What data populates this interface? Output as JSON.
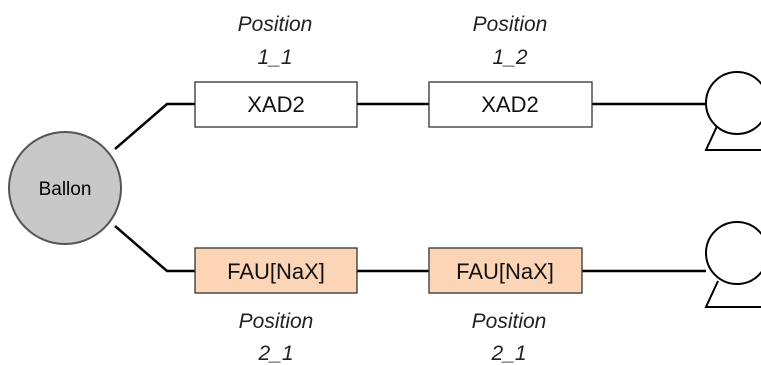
{
  "source": {
    "label": "Ballon",
    "fill": "#c8c8c8",
    "stroke": "#555555"
  },
  "rows": [
    {
      "boxes": [
        {
          "label": "XAD2",
          "fill": "#ffffff",
          "position_line1": "Position",
          "position_line2": "1_1"
        },
        {
          "label": "XAD2",
          "fill": "#ffffff",
          "position_line1": "Position",
          "position_line2": "1_2"
        }
      ],
      "pump_icon": "pump-icon"
    },
    {
      "boxes": [
        {
          "label": "FAU[NaX]",
          "fill": "#fbd5b5",
          "position_line1": "Position",
          "position_line2": "2_1"
        },
        {
          "label": "FAU[NaX]",
          "fill": "#fbd5b5",
          "position_line1": "Position",
          "position_line2": "2_1"
        }
      ],
      "pump_icon": "pump-icon"
    }
  ],
  "colors": {
    "line": "#000000",
    "box_stroke": "#333333"
  }
}
